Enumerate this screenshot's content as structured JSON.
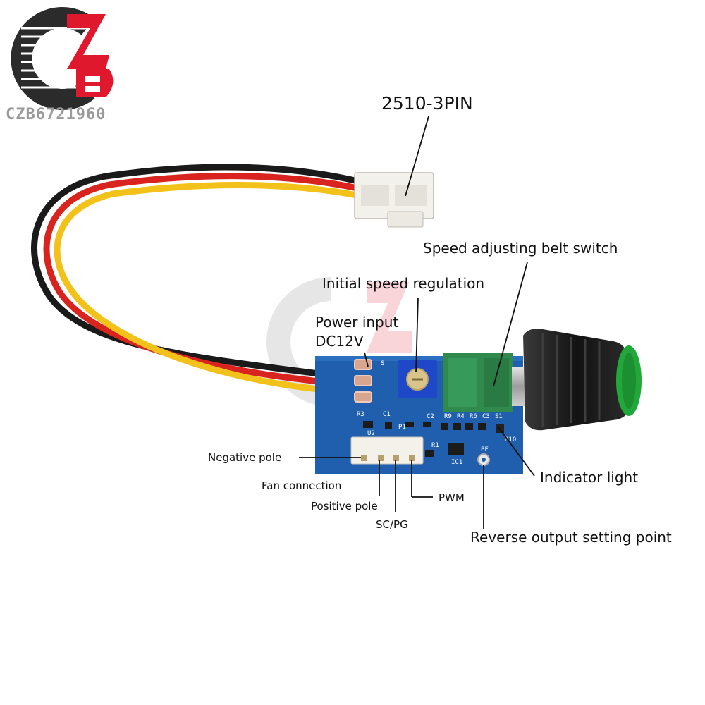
{
  "brand": {
    "code": "CZB6721960",
    "colors": {
      "red": "#e0182d",
      "dark": "#2b2b2b",
      "grey": "#9a9a9a"
    }
  },
  "labels": {
    "connector": "2510-3PIN",
    "speed_switch": "Speed adjusting belt switch",
    "initial_speed": "Initial speed regulation",
    "power_input": "Power input",
    "power_voltage": "DC12V",
    "negative_pole": "Negative pole",
    "fan_connection": "Fan connection",
    "positive_pole": "Positive pole",
    "sc_pg": "SC/PG",
    "pwm": "PWM",
    "indicator_light": "Indicator light",
    "reverse_output": "Reverse output setting point"
  },
  "pcb_silkscreen": {
    "s": "S",
    "r3": "R3",
    "c1": "C1",
    "p1": "P1",
    "c2": "C2",
    "r9": "R9",
    "r4": "R4",
    "r6": "R6",
    "c3": "C3",
    "s1": "S1",
    "r1": "R1",
    "r10": "R10",
    "pf": "PF",
    "ic1": "IC1",
    "u2": "U2"
  },
  "colors": {
    "pcb": "#1f5fae",
    "knob": "#1a1a1a",
    "knob_cap": "#22a83a",
    "switch_body": "#2f8a4c",
    "trimmer": "#1e48c8",
    "connector": "#f3f1ec",
    "wire_black": "#1a1a1a",
    "wire_red": "#d8231f",
    "wire_yellow": "#f3c21a"
  }
}
